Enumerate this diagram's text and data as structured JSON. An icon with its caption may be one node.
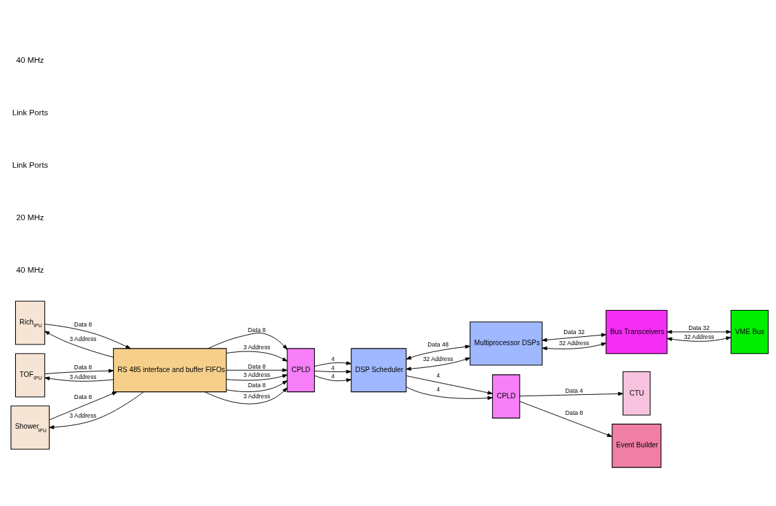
{
  "diagram": {
    "nodes": [
      {
        "text": [
          "Rich$_{IPU}$"
        ]
      },
      {
        "text": [
          "TOF$_{IPU}$"
        ]
      },
      {
        "text": [
          "Shower$_{IPU}$"
        ]
      },
      {
        "text": [
          "RS 485 interface and buffer FIFOs"
        ]
      },
      {
        "text": [
          "CPLD"
        ]
      },
      {
        "text": [
          "DSP Scheduler"
        ]
      },
      {
        "text": [
          "Multiprocessor DSPs"
        ]
      },
      {
        "text": [
          "Bus Transceivers"
        ]
      },
      {
        "text": [
          "VME Bus"
        ]
      },
      {
        "text": [
          "CPLD"
        ]
      },
      {
        "text": [
          "CTU"
        ]
      },
      {
        "text": [
          "Event Builder"
        ]
      }
    ],
    "edges": [
      {
        "from": 0,
        "to": 3,
        "arrow": "to",
        "label": "Data 8"
      },
      {
        "from": 3,
        "to": 0,
        "arrow": "to",
        "label": "3 Address"
      },
      {
        "from": 1,
        "to": 3,
        "arrow": "to",
        "label": "Data 8"
      },
      {
        "from": 3,
        "to": 1,
        "arrow": "to",
        "label": "3 Address"
      },
      {
        "from": 2,
        "to": 3,
        "arrow": "to",
        "label": "Data 8"
      },
      {
        "from": 3,
        "to": 2,
        "arrow": "to",
        "label": "3 Address"
      },
      {
        "from": 3,
        "to": 4,
        "arrow": "to",
        "label": "Data 8"
      },
      {
        "from": 3,
        "to": 4,
        "arrow": "to",
        "label": "3 Address"
      },
      {
        "from": 3,
        "to": 4,
        "arrow": "to",
        "label": "Data 8"
      },
      {
        "from": 3,
        "to": 4,
        "arrow": "to",
        "label": "3 Address"
      },
      {
        "from": 3,
        "to": 4,
        "arrow": "to",
        "label": "Data 8"
      },
      {
        "from": 3,
        "to": 4,
        "arrow": "to",
        "label": "3 Address"
      },
      {
        "from": 4,
        "to": 5,
        "arrow": "to",
        "label": "4"
      },
      {
        "from": 4,
        "to": 5,
        "arrow": "to",
        "label": "4"
      },
      {
        "from": 4,
        "to": 5,
        "arrow": "to",
        "label": "4"
      },
      {
        "from": 5,
        "to": 6,
        "arrow": "both",
        "label": "Data 48"
      },
      {
        "from": 5,
        "to": 6,
        "arrow": "both",
        "label": "32 Address"
      },
      {
        "from": 6,
        "to": 7,
        "arrow": "both",
        "label": "Data 32"
      },
      {
        "from": 6,
        "to": 7,
        "arrow": "both",
        "label": "32 Address"
      },
      {
        "from": 7,
        "to": 8,
        "arrow": "both",
        "label": "Data 32"
      },
      {
        "from": 7,
        "to": 8,
        "arrow": "both",
        "label": "32 Address"
      },
      {
        "from": 5,
        "to": 9,
        "arrow": "to",
        "label": "4"
      },
      {
        "from": 5,
        "to": 9,
        "arrow": "to",
        "label": "4"
      },
      {
        "from": 9,
        "to": 10,
        "arrow": "to",
        "label": "Data 4"
      },
      {
        "from": 9,
        "to": 11,
        "arrow": "to",
        "label": "Data 8"
      }
    ],
    "labels": [
      "40 MHz",
      "20 MHz",
      "Link Ports",
      "Link Ports",
      "40 MHz"
    ]
  }
}
